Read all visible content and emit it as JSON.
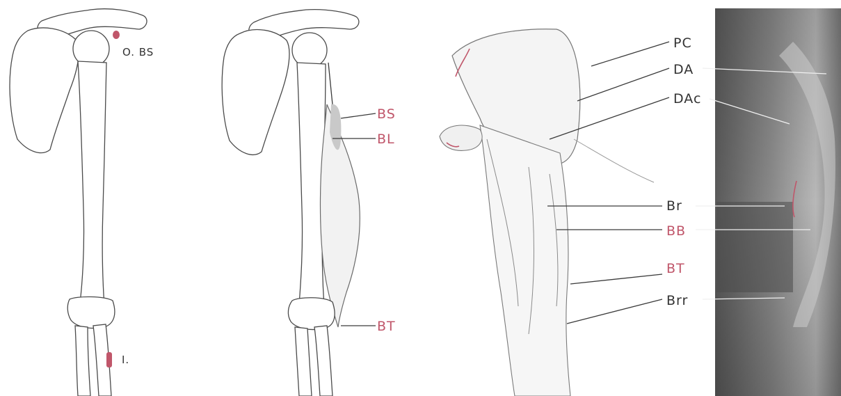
{
  "figure": {
    "panel_skeleton": {
      "labels": {
        "origin": "O. BS",
        "insertion": "I."
      }
    },
    "panel_muscles": {
      "labels": {
        "bs": "BS",
        "bl": "BL",
        "bt": "BT"
      }
    },
    "panel_surface": {
      "labels": {
        "pc": "PC",
        "da": "DA",
        "dac": "DAc",
        "br": "Br",
        "bb": "BB",
        "bt": "BT",
        "brr": "Brr"
      }
    },
    "colors": {
      "accent_red": "#c0566a",
      "line_gray": "#3a3a3a",
      "photo_dark": "#5a5a5a"
    }
  }
}
